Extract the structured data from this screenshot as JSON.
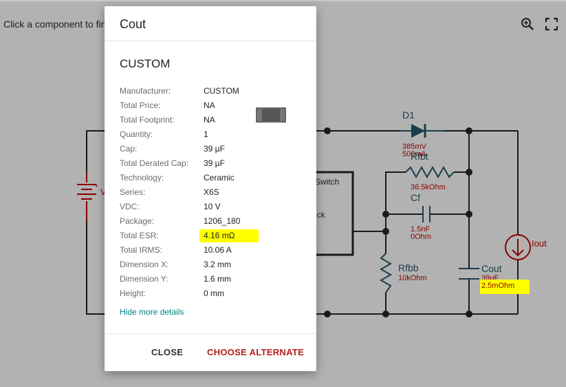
{
  "canvas": {
    "hint": "Click a component to find alternates."
  },
  "toolbar": {
    "zoom_icon": "zoom-in-icon",
    "fullscreen_icon": "fullscreen-icon"
  },
  "schematic": {
    "d1": {
      "name": "D1",
      "v": "385mV",
      "i": "500mA"
    },
    "rfbt": {
      "name": "Rfbt",
      "value": "36.5kOhm"
    },
    "cf": {
      "name": "Cf",
      "cap": "1.5nF",
      "esr": "0Ohm"
    },
    "rfbb": {
      "name": "Rfbb",
      "value": "10kOhm"
    },
    "cout": {
      "name": "Cout",
      "cap": "39uF",
      "esr": "2.5mOhm"
    },
    "iout": {
      "name": "Iout"
    },
    "vin": {
      "name": "V"
    },
    "ic": {
      "switch": "Switch",
      "feedback": "Feedback"
    },
    "colors": {
      "wire": "#1a1a1a",
      "component": "#8b0000",
      "highlight": "#ffff00"
    }
  },
  "dialog": {
    "title": "Cout",
    "part": "CUSTOM",
    "props": [
      {
        "k": "Manufacturer:",
        "v": "CUSTOM"
      },
      {
        "k": "Total Price:",
        "v": "NA"
      },
      {
        "k": "Total Footprint:",
        "v": "NA"
      },
      {
        "k": "Quantity:",
        "v": "1"
      },
      {
        "k": "Cap:",
        "v": "39 µF"
      },
      {
        "k": "Total Derated Cap:",
        "v": "39 µF"
      },
      {
        "k": "Technology:",
        "v": "Ceramic"
      },
      {
        "k": "Series:",
        "v": "X6S"
      },
      {
        "k": "VDC:",
        "v": "10 V"
      },
      {
        "k": "Package:",
        "v": "1206_180"
      },
      {
        "k": "Total ESR:",
        "v": "4.16 mΩ"
      },
      {
        "k": "Total IRMS:",
        "v": "10.06 A"
      },
      {
        "k": "Dimension X:",
        "v": "3.2 mm"
      },
      {
        "k": "Dimension Y:",
        "v": "1.6 mm"
      },
      {
        "k": "Height:",
        "v": "0 mm"
      }
    ],
    "more_link": "Hide more details",
    "close": "CLOSE",
    "alternate": "CHOOSE ALTERNATE"
  }
}
